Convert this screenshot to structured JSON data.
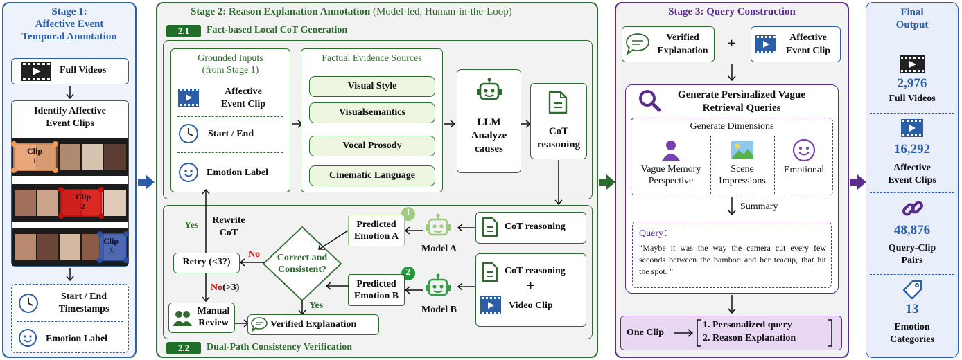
{
  "stage1": {
    "title": "Stage 1:\nAffective Event\nTemporal Annotation",
    "full_videos": "Full Videos",
    "identify": "Identify Affective\nEvent Clips",
    "clips": [
      "Clip\n1",
      "Clip\n2",
      "Clip\n3"
    ],
    "timestamps": "Start / End\nTimestamps",
    "emotion_label": "Emotion Label"
  },
  "stage2": {
    "title_bold": "Stage 2:  Reason Explanation Annotation",
    "title_rest": " (Model-led, Human-in-the-Loop)",
    "s21_num": "2.1",
    "s21_title": "Fact-based Local CoT Generation",
    "grounded_title": "Grounded Inputs\n(from Stage 1)",
    "affective_clip": "Affective\nEvent Clip",
    "start_end": "Start / End",
    "emotion_label": "Emotion Label",
    "evidence_title": "Factual Evidence Sources",
    "evidence": [
      "Visual Style",
      "Visualsemantics",
      "Vocal Prosody",
      "Cinematic Language"
    ],
    "llm": "LLM\nAnalyze\ncauses",
    "cot": "CoT\nreasoning",
    "s22_num": "2.2",
    "s22_title": "Dual-Path Consistency Verification",
    "cot_a": "CoT reasoning",
    "cot_b": "CoT reasoning",
    "plus": "+",
    "video_clip": "Video Clip",
    "model_a": "Model A",
    "model_b": "Model B",
    "pred_a": "Predicted\nEmotion A",
    "pred_b": "Predicted\nEmotion B",
    "badge_a": "1",
    "badge_b": "2",
    "decision": "Correct and\nConsistent?",
    "no": "No",
    "yes": "Yes",
    "retry": "Retry (<3?)",
    "rewrite": "Rewrite\nCoT",
    "no_gt": "No",
    "no_gt_suffix": "(>3)",
    "manual": "Manual\nReview",
    "verified": "Verified Explanation"
  },
  "stage3": {
    "title": "Stage 3:  Query Construction",
    "verified": "Verified\nExplanation",
    "plus": "+",
    "affective_clip": "Affective\nEvent Clip",
    "generate_title": "Generate Persinalized Vague\nRetrieval Queries",
    "dimensions_title": "Generate Dimensions",
    "dimensions": [
      "Vague Memory\nPerspective",
      "Scene\nImpressions",
      "Emotional"
    ],
    "summary": "Summary",
    "query_label": "Query：",
    "query_text": "“Maybe it was the way the camera cut every few seconds between the bamboo and her teacup, that hit the spot. ”",
    "one_clip": "One Clip",
    "out1": "1. Personalized query",
    "out2": "2. Reason Explanation"
  },
  "final": {
    "title": "Final\nOutput",
    "stats": [
      {
        "value": "2,976",
        "label": "Full Videos",
        "icon": "film-icon"
      },
      {
        "value": "16,292",
        "label": "Affective\nEvent Clips",
        "icon": "video-clip-icon"
      },
      {
        "value": "48,876",
        "label": "Query-Clip\nPairs",
        "icon": "link-icon"
      },
      {
        "value": "13",
        "label": "Emotion\nCategories",
        "icon": "tag-icon"
      }
    ]
  },
  "colors": {
    "stage1_border": "#2c5ea8",
    "stage1_bg": "#eef3fb",
    "stage2_border": "#2e6b2e",
    "stage2_bg": "#f2f2f2",
    "stage3_border": "#5a2d8c",
    "stage3_bg": "#f2f2f2",
    "final_bg": "#e8eefa",
    "stage_title_blue": "#2c5ea8",
    "stage_title_green": "#2e6b2e",
    "stage_title_purple": "#5a2d8c",
    "no_red": "#c01818"
  }
}
